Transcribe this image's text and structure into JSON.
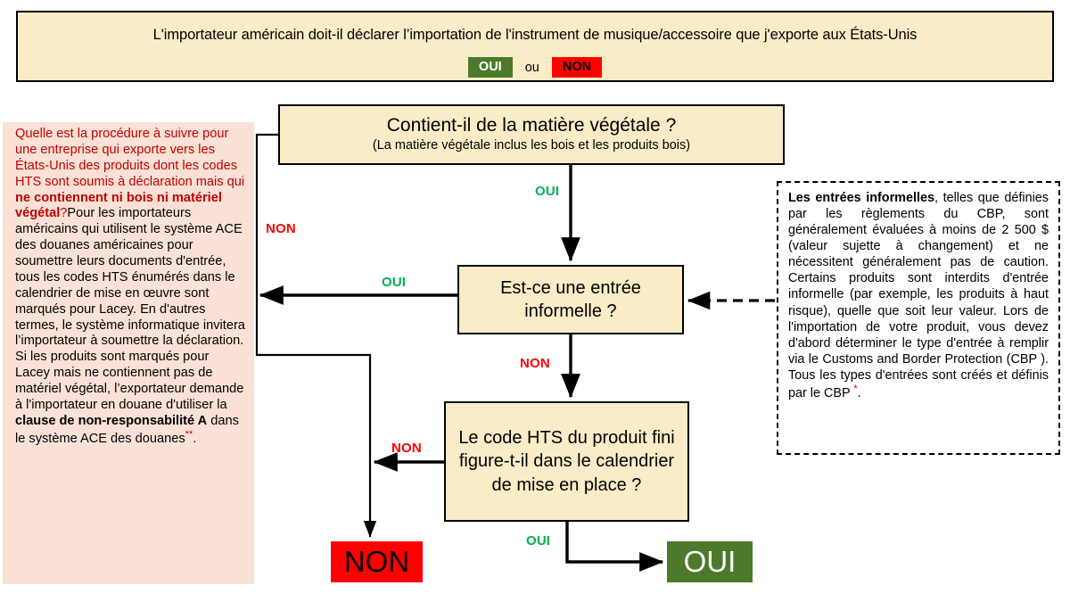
{
  "header": {
    "question": "L'importateur américain doit-il déclarer l’importation de l'instrument de musique/accessoire que j'exporte aux États-Unis",
    "yes_label": "OUI",
    "or_label": "ou",
    "no_label": "NON",
    "colors": {
      "yes": "#4c7a2a",
      "no": "#ff0000",
      "panel": "#fbecc8"
    }
  },
  "side_note": {
    "question_part_1": "Quelle est la procédure à suivre pour une entreprise qui exporte vers les États-Unis des produits dont les codes HTS sont soumis à déclaration mais qui ",
    "question_bold": "ne contiennent ni bois ni matériel végétal",
    "question_part_2": "?",
    "body_part_1": "Pour les importateurs américains qui utilisent le système ACE des douanes américaines pour soumettre leurs documents d'entrée, tous les codes HTS énumérés dans le calendrier de mise en œuvre sont marqués pour Lacey. En d'autres termes, le système informatique invitera l’importateur à soumettre la déclaration. Si les produits sont marqués pour Lacey mais ne contiennent pas de matériel végétal, l’exportateur demande à l'importateur en douane d'utiliser la ",
    "body_bold": "clause de non-responsabilité A",
    "body_part_2": " dans le système ACE des douanes",
    "footnote_marker": "**",
    "body_part_3": ".",
    "colors": {
      "background": "#fae1d6",
      "question_text": "#c00000"
    }
  },
  "info_note": {
    "lead_bold": "Les entrées informelles",
    "text": ", telles que définies par les règlements du CBP, sont généralement évaluées à moins de 2 500 $ (valeur sujette à changement) et ne nécessitent généralement pas de caution. Certains produits sont interdits d'entrée informelle (par exemple, les produits à haut risque), quelle que soit leur valeur. Lors de l'importation de votre produit, vous devez d'abord déterminer le type d'entrée à remplir via le Customs and Border Protection (CBP ). Tous les types d'entrées sont créés et définis par le CBP ",
    "footnote_marker": "*",
    "text_end": "."
  },
  "nodes": {
    "vegetal": {
      "title": "Contient-il de la matière végétale ?",
      "subtitle": "(La matière végétale inclus les bois et les produits bois)"
    },
    "informelle": {
      "title": "Est-ce une entrée informelle ?"
    },
    "hts": {
      "title": "Le code HTS du produit fini figure-t-il dans le calendrier de mise en place ?"
    }
  },
  "results": {
    "no": {
      "label": "NON",
      "color": "#ff0000"
    },
    "yes": {
      "label": "OUI",
      "color": "#4c7a2a"
    }
  },
  "edges": {
    "vegetal_no": "NON",
    "vegetal_yes": "OUI",
    "informelle_yes": "OUI",
    "informelle_no": "NON",
    "hts_no": "NON",
    "hts_yes": "OUI"
  }
}
